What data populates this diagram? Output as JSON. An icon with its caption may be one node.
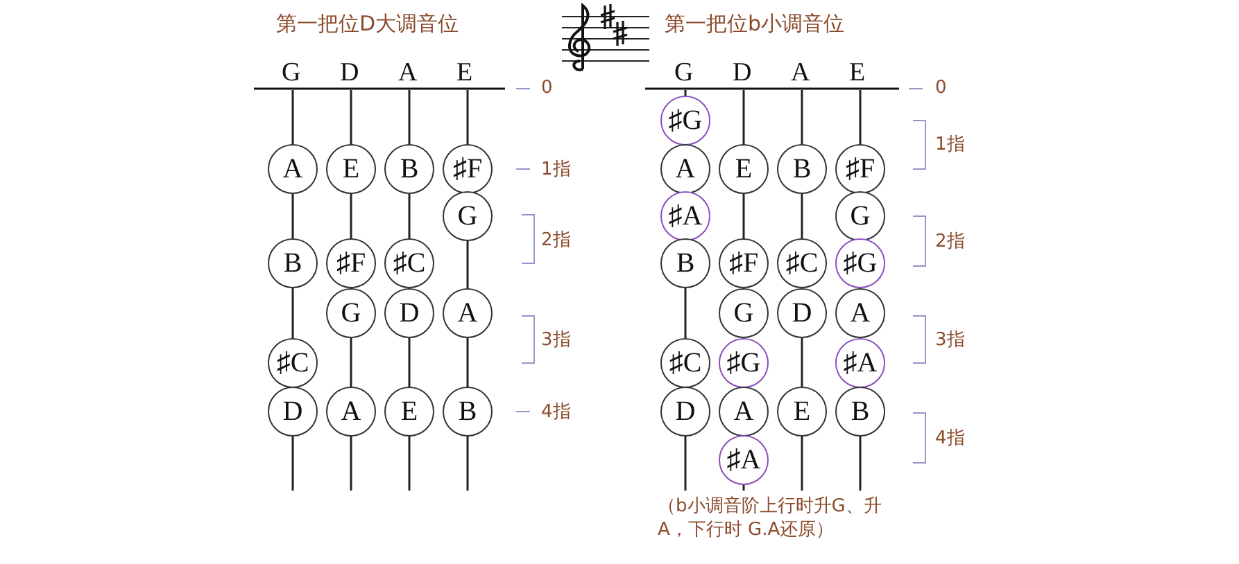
{
  "diagram": {
    "nodes": [
      {
        "text": [
          "A"
        ]
      },
      {
        "text": [
          "E"
        ]
      },
      {
        "text": [
          "B"
        ]
      },
      {
        "text": [
          "♯F"
        ]
      },
      {
        "text": [
          "G"
        ]
      },
      {
        "text": [
          "B"
        ]
      },
      {
        "text": [
          "♯F"
        ]
      },
      {
        "text": [
          "♯C"
        ]
      },
      {
        "text": [
          "G"
        ]
      },
      {
        "text": [
          "D"
        ]
      },
      {
        "text": [
          "A"
        ]
      },
      {
        "text": [
          "♯C"
        ]
      },
      {
        "text": [
          "D"
        ]
      },
      {
        "text": [
          "A"
        ]
      },
      {
        "text": [
          "E"
        ]
      },
      {
        "text": [
          "B"
        ]
      },
      {
        "text": [
          "♯G"
        ]
      },
      {
        "text": [
          "A"
        ]
      },
      {
        "text": [
          "E"
        ]
      },
      {
        "text": [
          "B"
        ]
      },
      {
        "text": [
          "♯F"
        ]
      },
      {
        "text": [
          "♯A"
        ]
      },
      {
        "text": [
          "G"
        ]
      },
      {
        "text": [
          "B"
        ]
      },
      {
        "text": [
          "♯F"
        ]
      },
      {
        "text": [
          "♯C"
        ]
      },
      {
        "text": [
          "♯G"
        ]
      },
      {
        "text": [
          "G"
        ]
      },
      {
        "text": [
          "D"
        ]
      },
      {
        "text": [
          "A"
        ]
      },
      {
        "text": [
          "♯C"
        ]
      },
      {
        "text": [
          "♯G"
        ]
      },
      {
        "text": [
          "♯A"
        ]
      },
      {
        "text": [
          "D"
        ]
      },
      {
        "text": [
          "A"
        ]
      },
      {
        "text": [
          "E"
        ]
      },
      {
        "text": [
          "B"
        ]
      },
      {
        "text": [
          "♯A"
        ]
      }
    ],
    "labels": [
      "第一把位D大调音位",
      "第一把位b小调音位",
      "G",
      "D",
      "A",
      "E",
      "G",
      "D",
      "A",
      "E",
      "0",
      "0",
      "1指",
      "1指",
      "2指",
      "2指",
      "3指",
      "3指",
      "4指",
      "4指",
      "（b小调音阶上行时升G、升A，下行时 G.A还原）"
    ]
  }
}
